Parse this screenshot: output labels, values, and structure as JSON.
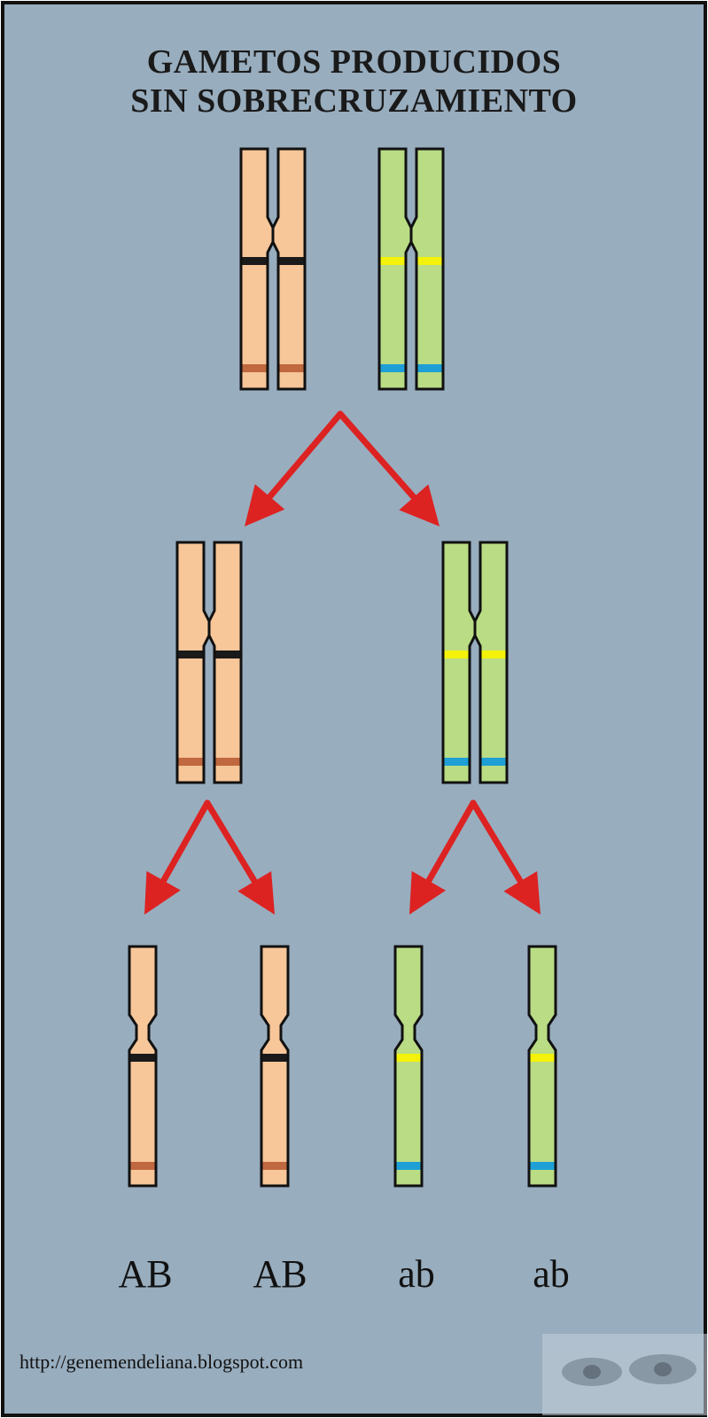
{
  "title": {
    "line1": "GAMETOS PRODUCIDOS",
    "line2": "SIN SOBRECRUZAMIENTO"
  },
  "gametes": [
    {
      "label": "AB",
      "chromatid_color": "#f7c699",
      "band_upper": "#1a1a1a",
      "band_lower": "#c0683f"
    },
    {
      "label": "AB",
      "chromatid_color": "#f7c699",
      "band_upper": "#1a1a1a",
      "band_lower": "#c0683f"
    },
    {
      "label": "ab",
      "chromatid_color": "#b9dc84",
      "band_upper": "#f4f20a",
      "band_lower": "#1e9fd6"
    },
    {
      "label": "ab",
      "chromatid_color": "#b9dc84",
      "band_upper": "#f4f20a",
      "band_lower": "#1e9fd6"
    }
  ],
  "source": {
    "url": "http://genemendeliana.blogspot.com"
  },
  "colors": {
    "background": "#98adbe",
    "arrow": "#dd2222",
    "outline": "#111111",
    "orange_chromosome": "#f7c699",
    "green_chromosome": "#b9dc84"
  }
}
